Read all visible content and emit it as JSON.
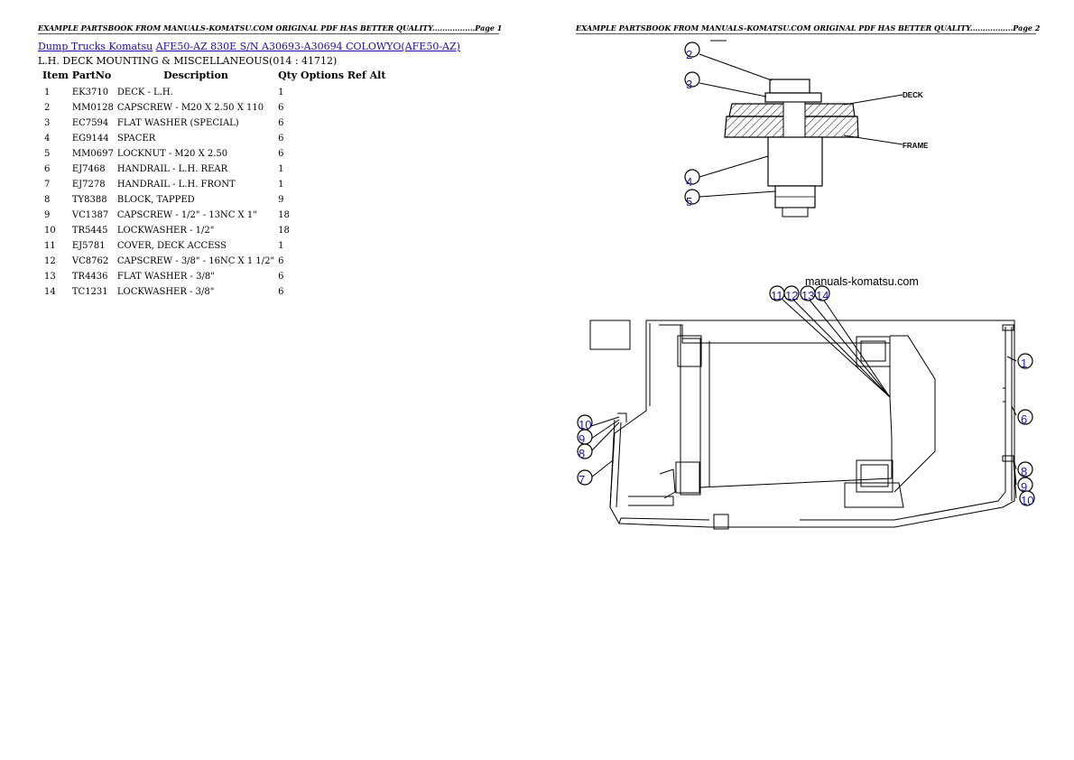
{
  "header": {
    "left": "EXAMPLE PARTSBOOK FROM MANUALS-KOMATSU.COM ORIGINAL PDF HAS BETTER QUALITY.................Page 1",
    "right": "EXAMPLE PARTSBOOK FROM MANUALS-KOMATSU.COM ORIGINAL PDF HAS BETTER QUALITY.................Page 2"
  },
  "breadcrumb": {
    "link1": "Dump Trucks Komatsu",
    "link2": "AFE50-AZ 830E S/N A30693-A30694 COLOWYO(AFE50-AZ)"
  },
  "subtitle": "L.H. DECK MOUNTING & MISCELLANEOUS(014 : 41712)",
  "table": {
    "headers": {
      "item": "Item",
      "partno": "PartNo",
      "description": "Description",
      "qty": "Qty",
      "options": "Options",
      "refalt": "Ref Alt"
    },
    "rows": [
      {
        "item": "1",
        "partno": "EK3710",
        "description": "DECK - L.H.",
        "qty": "1"
      },
      {
        "item": "2",
        "partno": "MM0128",
        "description": "CAPSCREW - M20 X 2.50 X 110",
        "qty": "6"
      },
      {
        "item": "3",
        "partno": "EC7594",
        "description": "FLAT WASHER (SPECIAL)",
        "qty": "6"
      },
      {
        "item": "4",
        "partno": "EG9144",
        "description": "SPACER",
        "qty": "6"
      },
      {
        "item": "5",
        "partno": "MM0697",
        "description": "LOCKNUT - M20 X 2.50",
        "qty": "6"
      },
      {
        "item": "6",
        "partno": "EJ7468",
        "description": "HANDRAIL - L.H. REAR",
        "qty": "1"
      },
      {
        "item": "7",
        "partno": "EJ7278",
        "description": "HANDRAIL - L.H. FRONT",
        "qty": "1"
      },
      {
        "item": "8",
        "partno": "TY8388",
        "description": "BLOCK, TAPPED",
        "qty": "9"
      },
      {
        "item": "9",
        "partno": "VC1387",
        "description": "CAPSCREW - 1/2\" - 13NC X 1\"",
        "qty": "18"
      },
      {
        "item": "10",
        "partno": "TR5445",
        "description": "LOCKWASHER - 1/2\"",
        "qty": "18"
      },
      {
        "item": "11",
        "partno": "EJ5781",
        "description": "COVER, DECK ACCESS",
        "qty": "1"
      },
      {
        "item": "12",
        "partno": "VC8762",
        "description": "CAPSCREW - 3/8\" - 16NC X 1 1/2\"",
        "qty": "6"
      },
      {
        "item": "13",
        "partno": "TR4436",
        "description": "FLAT WASHER - 3/8\"",
        "qty": "6"
      },
      {
        "item": "14",
        "partno": "TC1231",
        "description": "LOCKWASHER - 3/8\"",
        "qty": "6"
      }
    ]
  },
  "diagram_top": {
    "labels": {
      "deck": "DECK",
      "frame": "FRAME"
    },
    "callouts": [
      "2",
      "3",
      "4",
      "5"
    ]
  },
  "diagram_bottom": {
    "watermark": "manuals-komatsu.com",
    "callouts_top": [
      "11",
      "12",
      "13",
      "14"
    ],
    "callouts_left": [
      "10",
      "9",
      "8",
      "7"
    ],
    "callouts_right": [
      "1",
      "6",
      "8",
      "9",
      "10"
    ]
  },
  "colors": {
    "link": "#1a0dab",
    "callout_text": "#1a1aaa",
    "rule": "#555555"
  }
}
